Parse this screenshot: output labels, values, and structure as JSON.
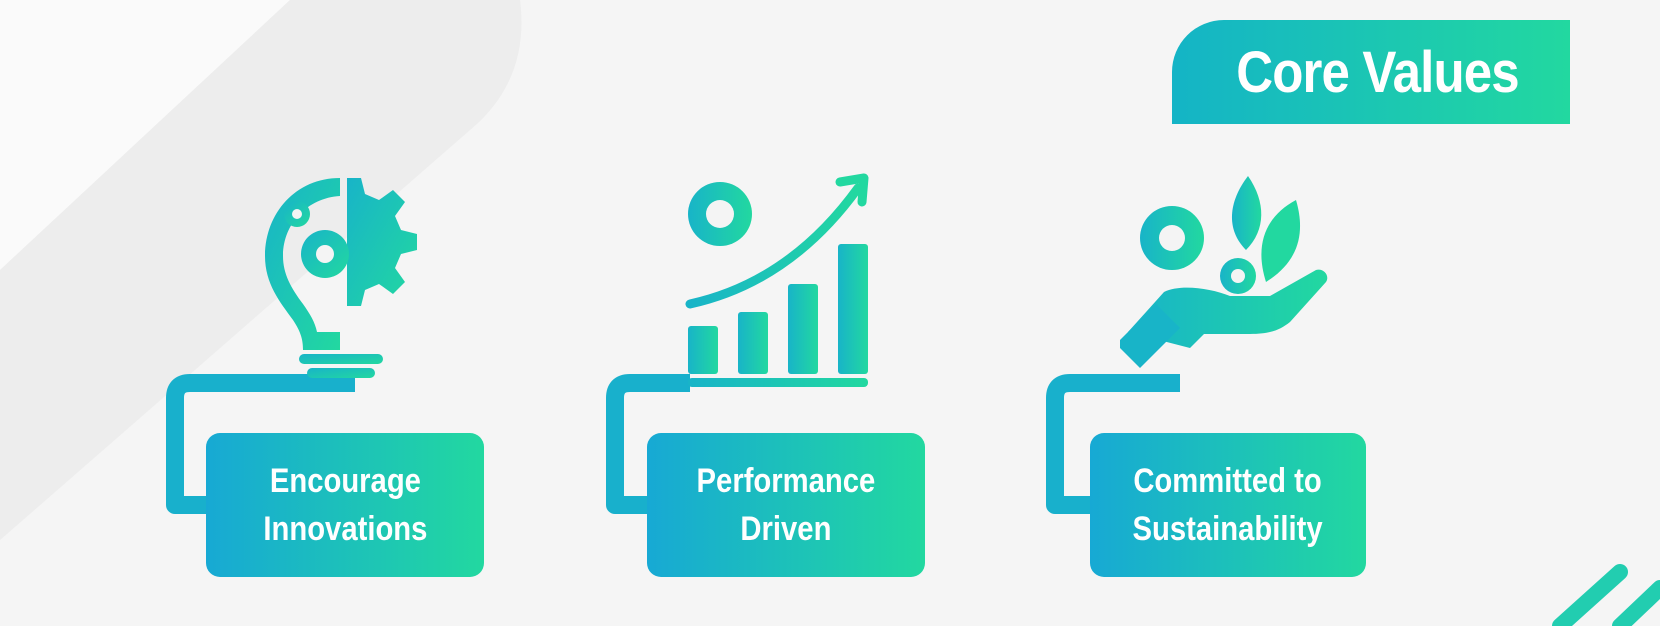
{
  "header": {
    "title": "Core Values"
  },
  "values": [
    {
      "label": "Encourage\nInnovations",
      "icon": "lightbulb-gear-icon"
    },
    {
      "label": "Performance\nDriven",
      "icon": "growth-chart-icon"
    },
    {
      "label": "Committed to\nSustainability",
      "icon": "hand-leaves-gear-icon"
    }
  ],
  "colors": {
    "gradient_start": "#14b4c6",
    "gradient_end": "#22d8a0",
    "background": "#f4f4f4"
  }
}
